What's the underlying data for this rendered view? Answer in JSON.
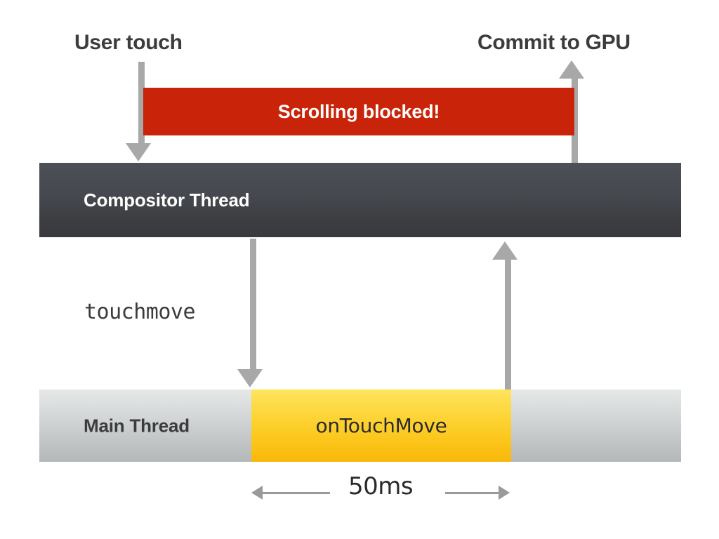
{
  "diagram": {
    "title_user_touch": "User touch",
    "title_commit_gpu": "Commit to GPU",
    "blocked_bar": {
      "label": "Scrolling blocked!",
      "color": "#C92409",
      "text_color": "#FFFFFF"
    },
    "compositor_thread": {
      "label": "Compositor Thread",
      "color_top": "#4D5057",
      "color_bottom": "#393A3D",
      "text_color": "#FFFFFF"
    },
    "event_label": "touchmove",
    "main_thread": {
      "label": "Main Thread",
      "color_top": "#E6E8E8",
      "color_bottom": "#B4B8B9",
      "text_color": "#3C3C3C",
      "segment": {
        "label": "onTouchMove",
        "color_top": "#FEE45E",
        "color_bottom": "#F9B80A",
        "text_color": "#2B2B2B"
      }
    },
    "duration_measure": {
      "label": "50ms",
      "color": "#9A9A9A"
    },
    "arrow_color": "#A8A8A8",
    "arrows": [
      {
        "name": "user-touch-down-arrow",
        "direction": "down"
      },
      {
        "name": "commit-to-gpu-up-arrow",
        "direction": "up"
      },
      {
        "name": "touchmove-down-arrow",
        "direction": "down"
      },
      {
        "name": "main-thread-return-up-arrow",
        "direction": "up"
      }
    ]
  }
}
